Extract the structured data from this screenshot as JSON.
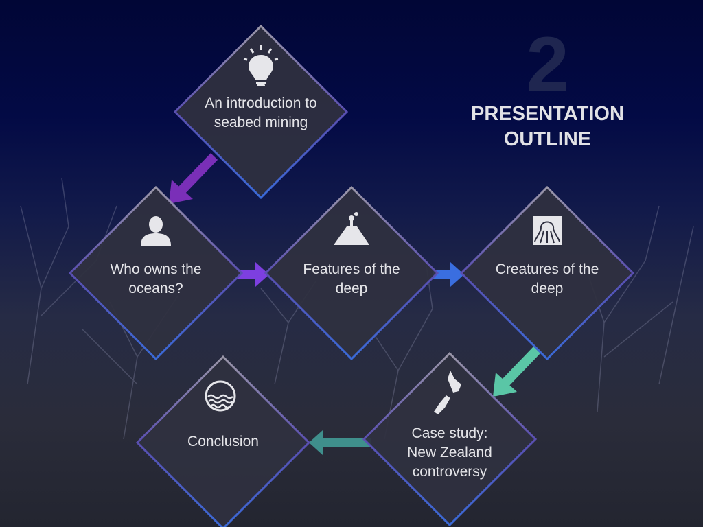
{
  "slide": {
    "number": "2",
    "title_line1": "PRESENTATION",
    "title_line2": "OUTLINE"
  },
  "nodes": [
    {
      "id": "intro",
      "icon": "lightbulb-icon",
      "line1": "An introduction to",
      "line2": "seabed mining"
    },
    {
      "id": "owners",
      "icon": "person-icon",
      "line1": "Who owns the",
      "line2": "oceans?"
    },
    {
      "id": "features",
      "icon": "volcano-icon",
      "line1": "Features of the",
      "line2": "deep"
    },
    {
      "id": "creatures",
      "icon": "octopus-icon",
      "line1": "Creatures of the",
      "line2": "deep"
    },
    {
      "id": "case",
      "icon": "new-zealand-map-icon",
      "line1": "Case study:",
      "line2": "New Zealand",
      "line3": "controversy"
    },
    {
      "id": "conclusion",
      "icon": "waves-icon",
      "line1": "Conclusion"
    }
  ],
  "colors": {
    "arrow_purple": "#7a2fb8",
    "arrow_violet": "#7d3fe0",
    "arrow_blue": "#3a6ee0",
    "arrow_teal": "#5ac6a6",
    "arrow_teal_dark": "#3f8f8c",
    "node_fill": "#2f3040"
  }
}
